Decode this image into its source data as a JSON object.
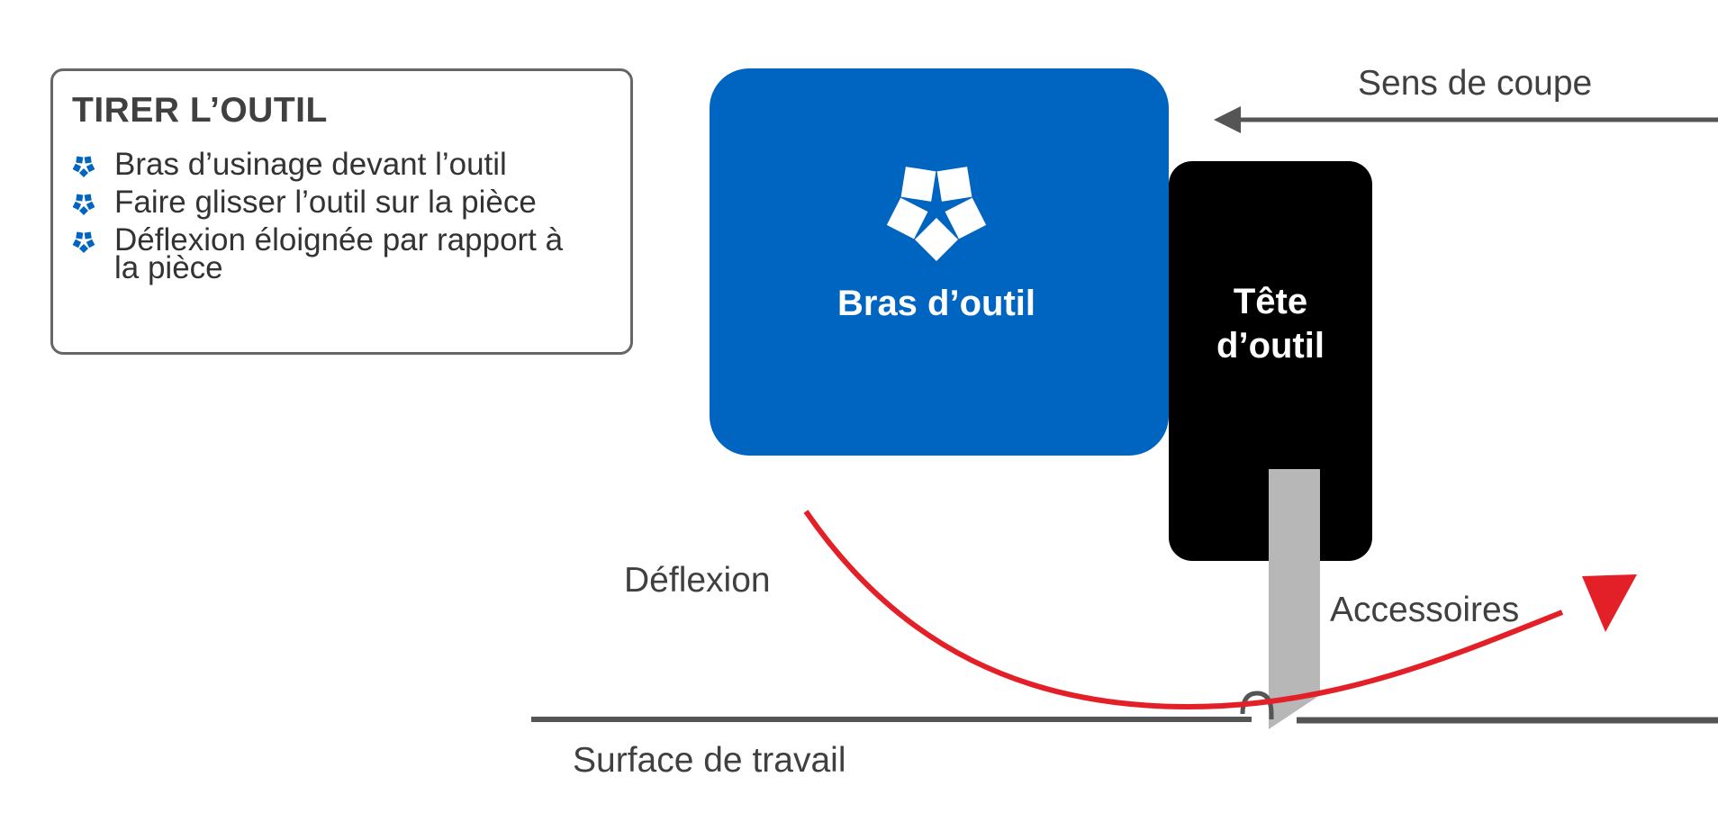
{
  "info_box": {
    "title": "TIRER L’OUTIL",
    "bullet_icon": "logo-star-icon",
    "items": [
      {
        "line1": "Bras d’usinage devant l’outil",
        "line2": ""
      },
      {
        "line1": "Faire glisser l’outil sur la pièce",
        "line2": ""
      },
      {
        "line1": "Déflexion éloignée par rapport à",
        "line2": "la pièce"
      }
    ]
  },
  "diagram": {
    "tool_arm_label": "Bras d’outil",
    "tool_head_label_line1": "Tête",
    "tool_head_label_line2": "d’outil",
    "cut_direction_label": "Sens de coupe",
    "deflection_label": "Déflexion",
    "accessories_label": "Accessoires",
    "work_surface_label": "Surface de travail"
  },
  "colors": {
    "tool_arm": "#0064C1",
    "tool_head": "#000000",
    "accessory": "#B7B7B7",
    "deflection_arrow": "#E32028",
    "surface_line": "#555555",
    "text": "#404040"
  }
}
